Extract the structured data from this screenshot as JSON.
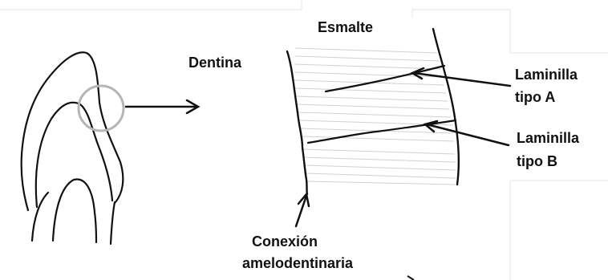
{
  "labels": {
    "esmalte": "Esmalte",
    "dentina": "Dentina",
    "laminilla_a_line1": "Laminilla",
    "laminilla_a_line2": "tipo A",
    "laminilla_b_line1": "Laminilla",
    "laminilla_b_line2": "tipo B",
    "conexion_line1": "Conexión",
    "conexion_line2": "amelodentinaria"
  },
  "colors": {
    "ink": "#111111",
    "magnifier": "#b5b5b5",
    "hatch": "#d0d0d0",
    "frame": "#e4e4e4"
  }
}
